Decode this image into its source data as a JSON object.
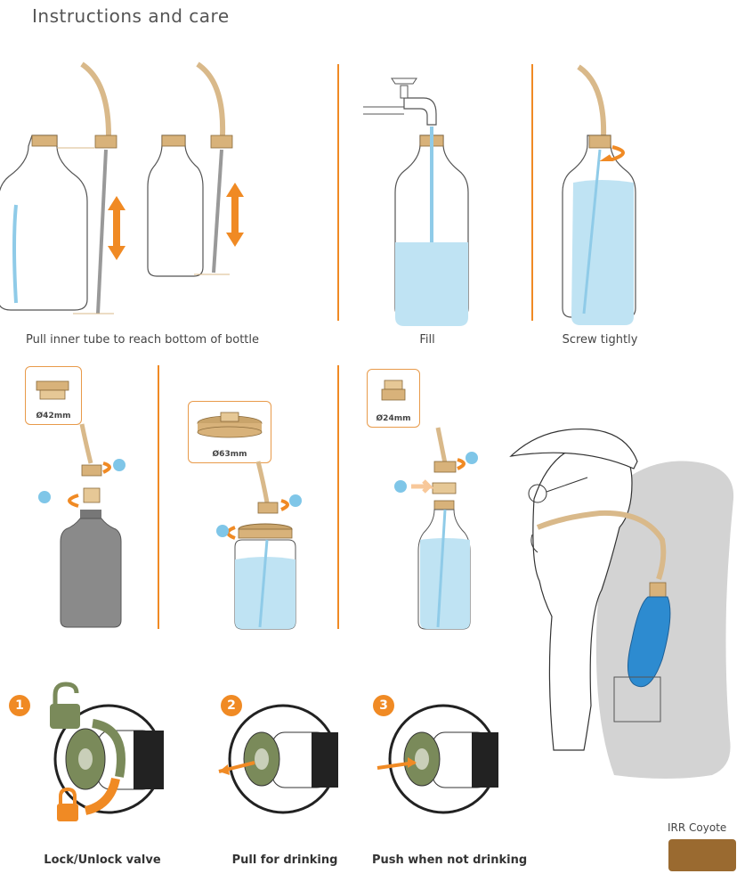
{
  "page": {
    "title": "Instructions and care"
  },
  "steps_top": {
    "pull_caption": "Pull inner tube to reach bottom of bottle",
    "fill_caption": "Fill",
    "screw_caption": "Screw tightly"
  },
  "adapters": [
    {
      "size": "Ø42mm"
    },
    {
      "size": "Ø63mm"
    },
    {
      "size": "Ø24mm"
    }
  ],
  "callouts": {
    "one": "1",
    "two": "2"
  },
  "valve_steps": [
    {
      "number": "1",
      "caption": "Lock/Unlock valve"
    },
    {
      "number": "2",
      "caption": "Pull for drinking"
    },
    {
      "number": "3",
      "caption": "Push when not drinking"
    }
  ],
  "color_swatch": {
    "name": "IRR Coyote",
    "color": "#9a6a30"
  },
  "colors": {
    "accent": "#f08a24",
    "water": "#bfe3f3",
    "tube": "#d9b98a",
    "cap": "#d8b27a"
  }
}
